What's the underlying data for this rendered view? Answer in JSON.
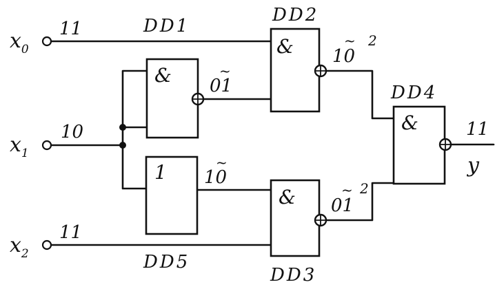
{
  "inputs": {
    "x0": {
      "name": "x",
      "sub": "0",
      "value": "11"
    },
    "x1": {
      "name": "x",
      "sub": "1",
      "value": "10"
    },
    "x2": {
      "name": "x",
      "sub": "2",
      "value": "11"
    }
  },
  "output": {
    "name": "y",
    "value": "11"
  },
  "chips": {
    "dd1": "DD1",
    "dd2": "DD2",
    "dd3": "DD3",
    "dd4": "DD4",
    "dd5": "DD5"
  },
  "gates": {
    "and_top_symbol": "&",
    "or_symbol": "1",
    "dd2_symbol": "&",
    "dd3_symbol": "&",
    "dd4_symbol": "&"
  },
  "signals": {
    "and_top_out": "01",
    "or_out": "10",
    "dd2_out": "10",
    "dd2_out_sup": "2",
    "dd3_out": "01",
    "dd3_out_sup": "2",
    "tilde": "~"
  }
}
